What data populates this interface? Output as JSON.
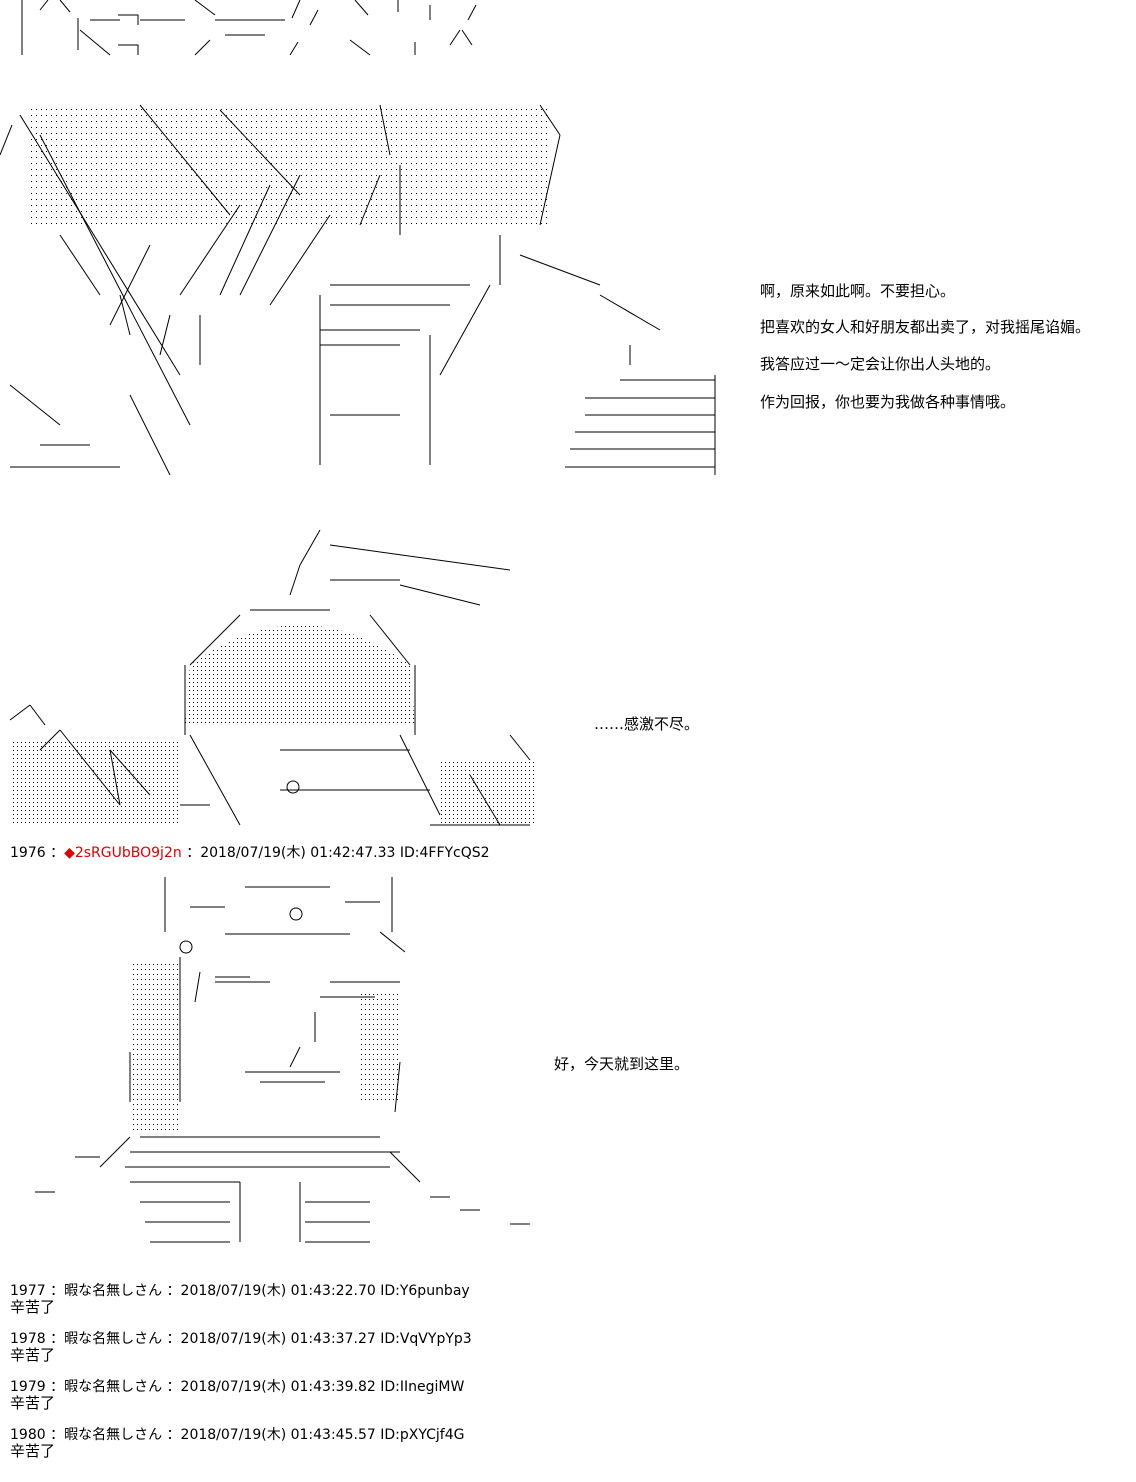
{
  "panel1": {
    "dialogue": [
      "啊，原来如此啊。不要担心。",
      "把喜欢的女人和好朋友都出卖了，对我摇尾谄媚。",
      "我答应过一～定会让你出人头地的。",
      "作为回报，你也要为我做各种事情哦。"
    ]
  },
  "panel2": {
    "dialogue": [
      "……感激不尽。"
    ]
  },
  "post_1976": {
    "number": "1976",
    "separator": "：",
    "trip": "◆2sRGUbBO9j2n",
    "separator2": "：",
    "datetime": "2018/07/19(木) 01:42:47.33",
    "id": "ID:4FFYcQS2"
  },
  "panel3": {
    "dialogue": [
      "好，今天就到这里。"
    ]
  },
  "replies": [
    {
      "number": "1977",
      "name": "暇な名無しさん",
      "datetime": "2018/07/19(木) 01:43:22.70",
      "id": "ID:Y6punbay",
      "body": "辛苦了"
    },
    {
      "number": "1978",
      "name": "暇な名無しさん",
      "datetime": "2018/07/19(木) 01:43:37.27",
      "id": "ID:VqVYpYp3",
      "body": "辛苦了"
    },
    {
      "number": "1979",
      "name": "暇な名無しさん",
      "datetime": "2018/07/19(木) 01:43:39.82",
      "id": "ID:IInegiMW",
      "body": "辛苦了"
    },
    {
      "number": "1980",
      "name": "暇な名無しさん",
      "datetime": "2018/07/19(木) 01:43:45.57",
      "id": "ID:pXYCjf4G",
      "body": "辛苦了"
    }
  ],
  "colors": {
    "text": "#000000",
    "trip": "#e00000",
    "background": "#ffffff"
  }
}
